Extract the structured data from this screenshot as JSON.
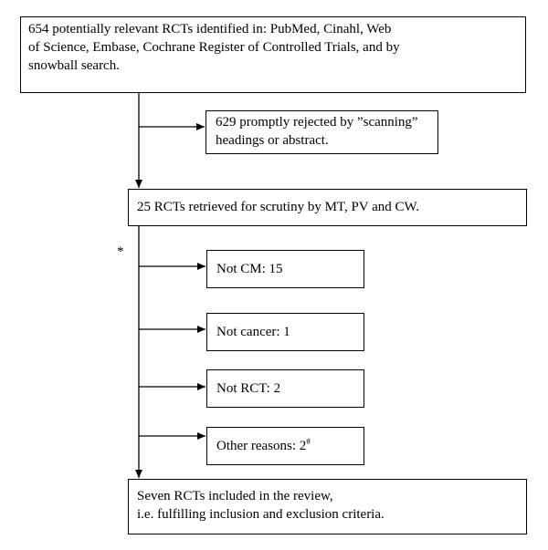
{
  "boxes": {
    "identified": {
      "line1": "654 potentially relevant RCTs identified in: PubMed, Cinahl, Web",
      "line2": "of Science, Embase, Cochrane Register of Controlled Trials, and by",
      "line3": "snowball search."
    },
    "rejected": {
      "line1": "629 promptly rejected by ”scanning”",
      "line2": "headings or abstract."
    },
    "retrieved": "25 RCTs retrieved for scrutiny by MT, PV and CW.",
    "not_cm": "Not CM: 15",
    "not_cancer": "Not cancer: 1",
    "not_rct": "Not RCT: 2",
    "other": {
      "text": "Other reasons: 2",
      "mark": "#"
    },
    "included": {
      "line1": "Seven RCTs included in the review,",
      "line2": "i.e. fulfilling inclusion and exclusion criteria."
    }
  },
  "footnote_marker": "*"
}
